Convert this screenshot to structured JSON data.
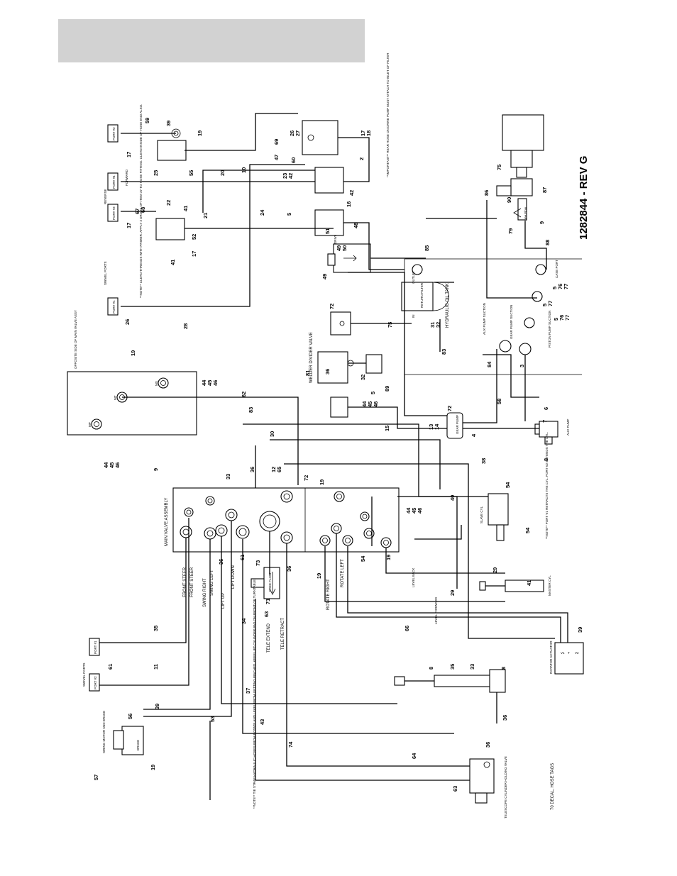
{
  "revision": "1282844 - REV G",
  "labels": {
    "main_valve": "MAIN VALVE ASSEMBLY",
    "oil_tank": "HYDRAULIC OIL TANK",
    "return_filter": "RETURN FILTER",
    "welder_valve": "WELDER DIVIDER VALVE",
    "gear_pump": "GEAR PUMP",
    "aux_pump": "AUX PUMP",
    "drive_pump_filter": "DRIVE PUMP FILTER",
    "swivel_ports": "SWIVEL PORTS",
    "swivel_ports_2": "SWIVEL PORTS",
    "opposite_side": "OPPOSITE SIDE OF MAIN VALVE ASSY",
    "swing_motor": "SWING MOTOR AND BRAKE",
    "brake": "BRAKE",
    "rotator_actuator": "ROTATOR ACTUATOR",
    "slave_cyl": "SLAVE CYL",
    "master_cyl": "MASTER CYL",
    "tele_holding_valve": "TELESCOPE CYLINDER HOLDING VALVE",
    "free_flow_1": "FREE FLOW",
    "free_flow_2": "Free Flow",
    "decal": "70 DECAL, HOSE TAGS",
    "outlet": "OUTLET",
    "in": "IN",
    "front_steer_1": "FRONT STEER",
    "front_steer_2": "FRONT STEER",
    "swing_right": "SWING RIGHT",
    "swing_left": "SWING LEFT",
    "lift_up": "LIFT UP",
    "lift_down": "LIFT DOWN",
    "tele_extend": "TELE EXTEND",
    "tele_retract": "TELE RETRACT",
    "rotate_right": "ROTATE RIGHT",
    "rotate_left": "ROTATE LEFT",
    "level_back": "LEVEL BACK",
    "level_forward": "LEVEL FORWARD",
    "port1": "PORT #1",
    "port2": "PORT #2",
    "port3": "PORT #3",
    "port4": "PORT #4",
    "port1b": "PORT #1",
    "port2b": "PORT #2",
    "reverse": "REVERSE",
    "forward": "FORWARD",
    "gear_pump_suction": "GEAR PUMP SUCTION",
    "aux_pump_suction": "AUX PUMP SUCTION",
    "piston_pump_suction": "PISTON PUMP SUCTION",
    "case_port": "CASE PORT",
    "mp": "MP",
    "mt": "MT",
    "ms": "MS"
  },
  "notes": {
    "important": "**IMPORTANT** REAR HOSE ON DRIVE PUMP MUST ATTACH TO INLET OF FILTER",
    "note_primer": "**NOTE** CLEAN THREADS WITH PRIMER. APPLY 2 DROPS OF ITEM 37 TO HOSE FITTING. CLEAN INSIDE OF HOSE END ALSO.",
    "note_ports": "**NOTE** PORT V1 RETRACTS THE CYL. PORT V2 EXTENDS THE CYL.",
    "note_tie": "**NOTE** TIE STRAP HYDRAULIC HOSES FROM ROTATE AND LEVEL FROM GETTING PINCHED. KEEP LIFT CYLINDER PAD ON FRONT OF TURNTABLE."
  }
}
